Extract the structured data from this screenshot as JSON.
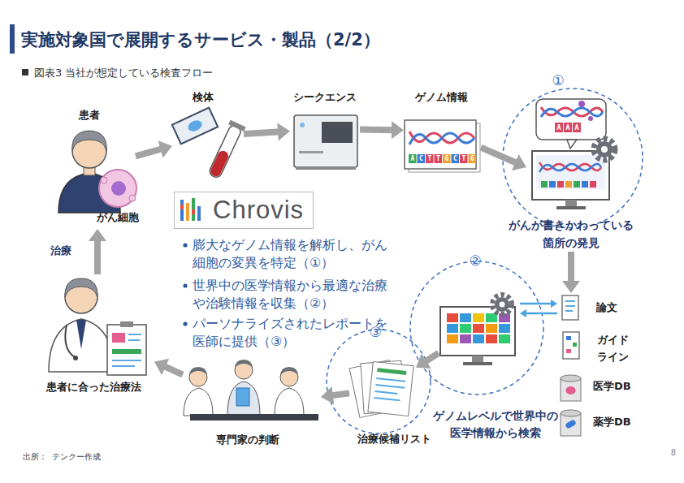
{
  "diagram": {
    "title": "実施対象国で展開するサービス・製品（2/2）",
    "caption": "図表3 当社が想定している検査フロー",
    "nodes": [
      {
        "text": [
          "患者",
          "がん細胞"
        ]
      },
      {
        "text": [
          "検体"
        ]
      },
      {
        "text": [
          "シークエンス"
        ]
      },
      {
        "text": [
          "ゲノム情報"
        ]
      },
      {
        "text": [
          "がんが書きかわっている 箇所の発見"
        ]
      },
      {
        "text": [
          "論文"
        ]
      },
      {
        "text": [
          "ガイド ライン"
        ]
      },
      {
        "text": [
          "医学DB"
        ]
      },
      {
        "text": [
          "薬学DB"
        ]
      },
      {
        "text": [
          "ゲノムレベルで世界中の 医学情報から検索"
        ]
      },
      {
        "text": [
          "治療候補リスト"
        ]
      },
      {
        "text": [
          "専門家の判断"
        ]
      },
      {
        "text": [
          "患者に合った治療法"
        ]
      },
      {
        "text": [
          "Chrovis"
        ]
      }
    ],
    "edges": [
      {
        "from": 0,
        "to": 1,
        "arrow": "to"
      },
      {
        "from": 1,
        "to": 2,
        "arrow": "to"
      },
      {
        "from": 2,
        "to": 3,
        "arrow": "to"
      },
      {
        "from": 3,
        "to": 4,
        "arrow": "to"
      },
      {
        "from": 4,
        "to": 5,
        "arrow": "to"
      },
      {
        "from": 9,
        "to": 5,
        "arrow": "both"
      },
      {
        "from": 9,
        "to": 10,
        "arrow": "to"
      },
      {
        "from": 10,
        "to": 11,
        "arrow": "to"
      },
      {
        "from": 11,
        "to": 12,
        "arrow": "to"
      },
      {
        "from": 12,
        "to": 0,
        "label": "治療",
        "arrow": "to"
      }
    ],
    "labels": [
      "①",
      "②",
      "③",
      "膨大なゲノム情報を解析し、がん 細胞の変異を特定（①）",
      "世界中の医学情報から最適な治療 や治験情報を収集（②）",
      "パーソナライズされたレポートを 医師に提供（③）",
      "ACTTGCTG",
      "AAA",
      "出所：",
      "テンクー作成",
      "8"
    ]
  }
}
